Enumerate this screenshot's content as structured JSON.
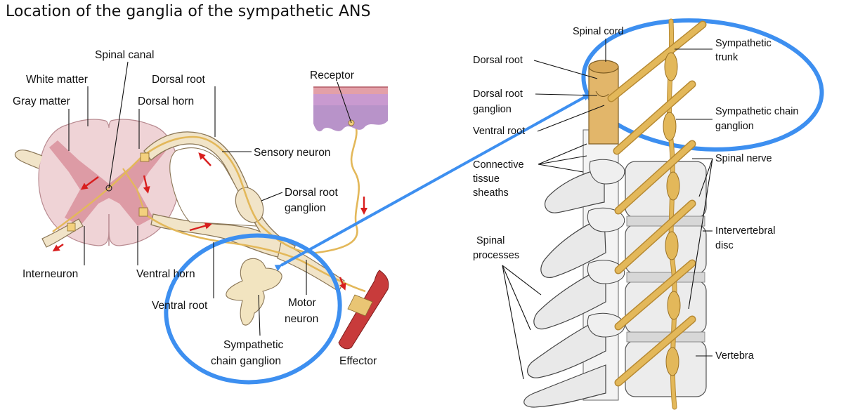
{
  "title": "Location of the ganglia of the sympathetic ANS",
  "left_diagram": {
    "labels": {
      "spinal_canal": "Spinal canal",
      "white_matter": "White matter",
      "dorsal_root": "Dorsal root",
      "gray_matter": "Gray matter",
      "dorsal_horn": "Dorsal horn",
      "receptor": "Receptor",
      "sensory_neuron": "Sensory neuron",
      "dorsal_root_ganglion_1": "Dorsal root",
      "dorsal_root_ganglion_2": "ganglion",
      "interneuron": "Interneuron",
      "ventral_horn": "Ventral horn",
      "ventral_root": "Ventral root",
      "motor_neuron_1": "Motor",
      "motor_neuron_2": "neuron",
      "sympathetic_chain_ganglion_1": "Sympathetic",
      "sympathetic_chain_ganglion_2": "chain ganglion",
      "effector": "Effector"
    }
  },
  "right_diagram": {
    "labels": {
      "spinal_cord": "Spinal cord",
      "sympathetic_trunk_1": "Sympathetic",
      "sympathetic_trunk_2": "trunk",
      "dorsal_root": "Dorsal root",
      "dorsal_root_ganglion_1": "Dorsal root",
      "dorsal_root_ganglion_2": "ganglion",
      "ventral_root": "Ventral root",
      "sympathetic_chain_ganglion_1": "Sympathetic chain",
      "sympathetic_chain_ganglion_2": "ganglion",
      "connective_tissue_1": "Connective",
      "connective_tissue_2": "tissue",
      "connective_tissue_3": "sheaths",
      "spinal_nerve": "Spinal nerve",
      "spinal_processes_1": "Spinal",
      "spinal_processes_2": "processes",
      "intervertebral_disc_1": "Intervertebral",
      "intervertebral_disc_2": "disc",
      "vertebra": "Vertebra"
    }
  },
  "colors": {
    "highlight_blue": "#3d8ff0",
    "nerve_yellow": "#e3b85a",
    "spinal_pink": "#efd3d6",
    "gray_matter": "#d9909c",
    "arrow_red": "#d81e1e",
    "bone": "#e9e9e9"
  }
}
